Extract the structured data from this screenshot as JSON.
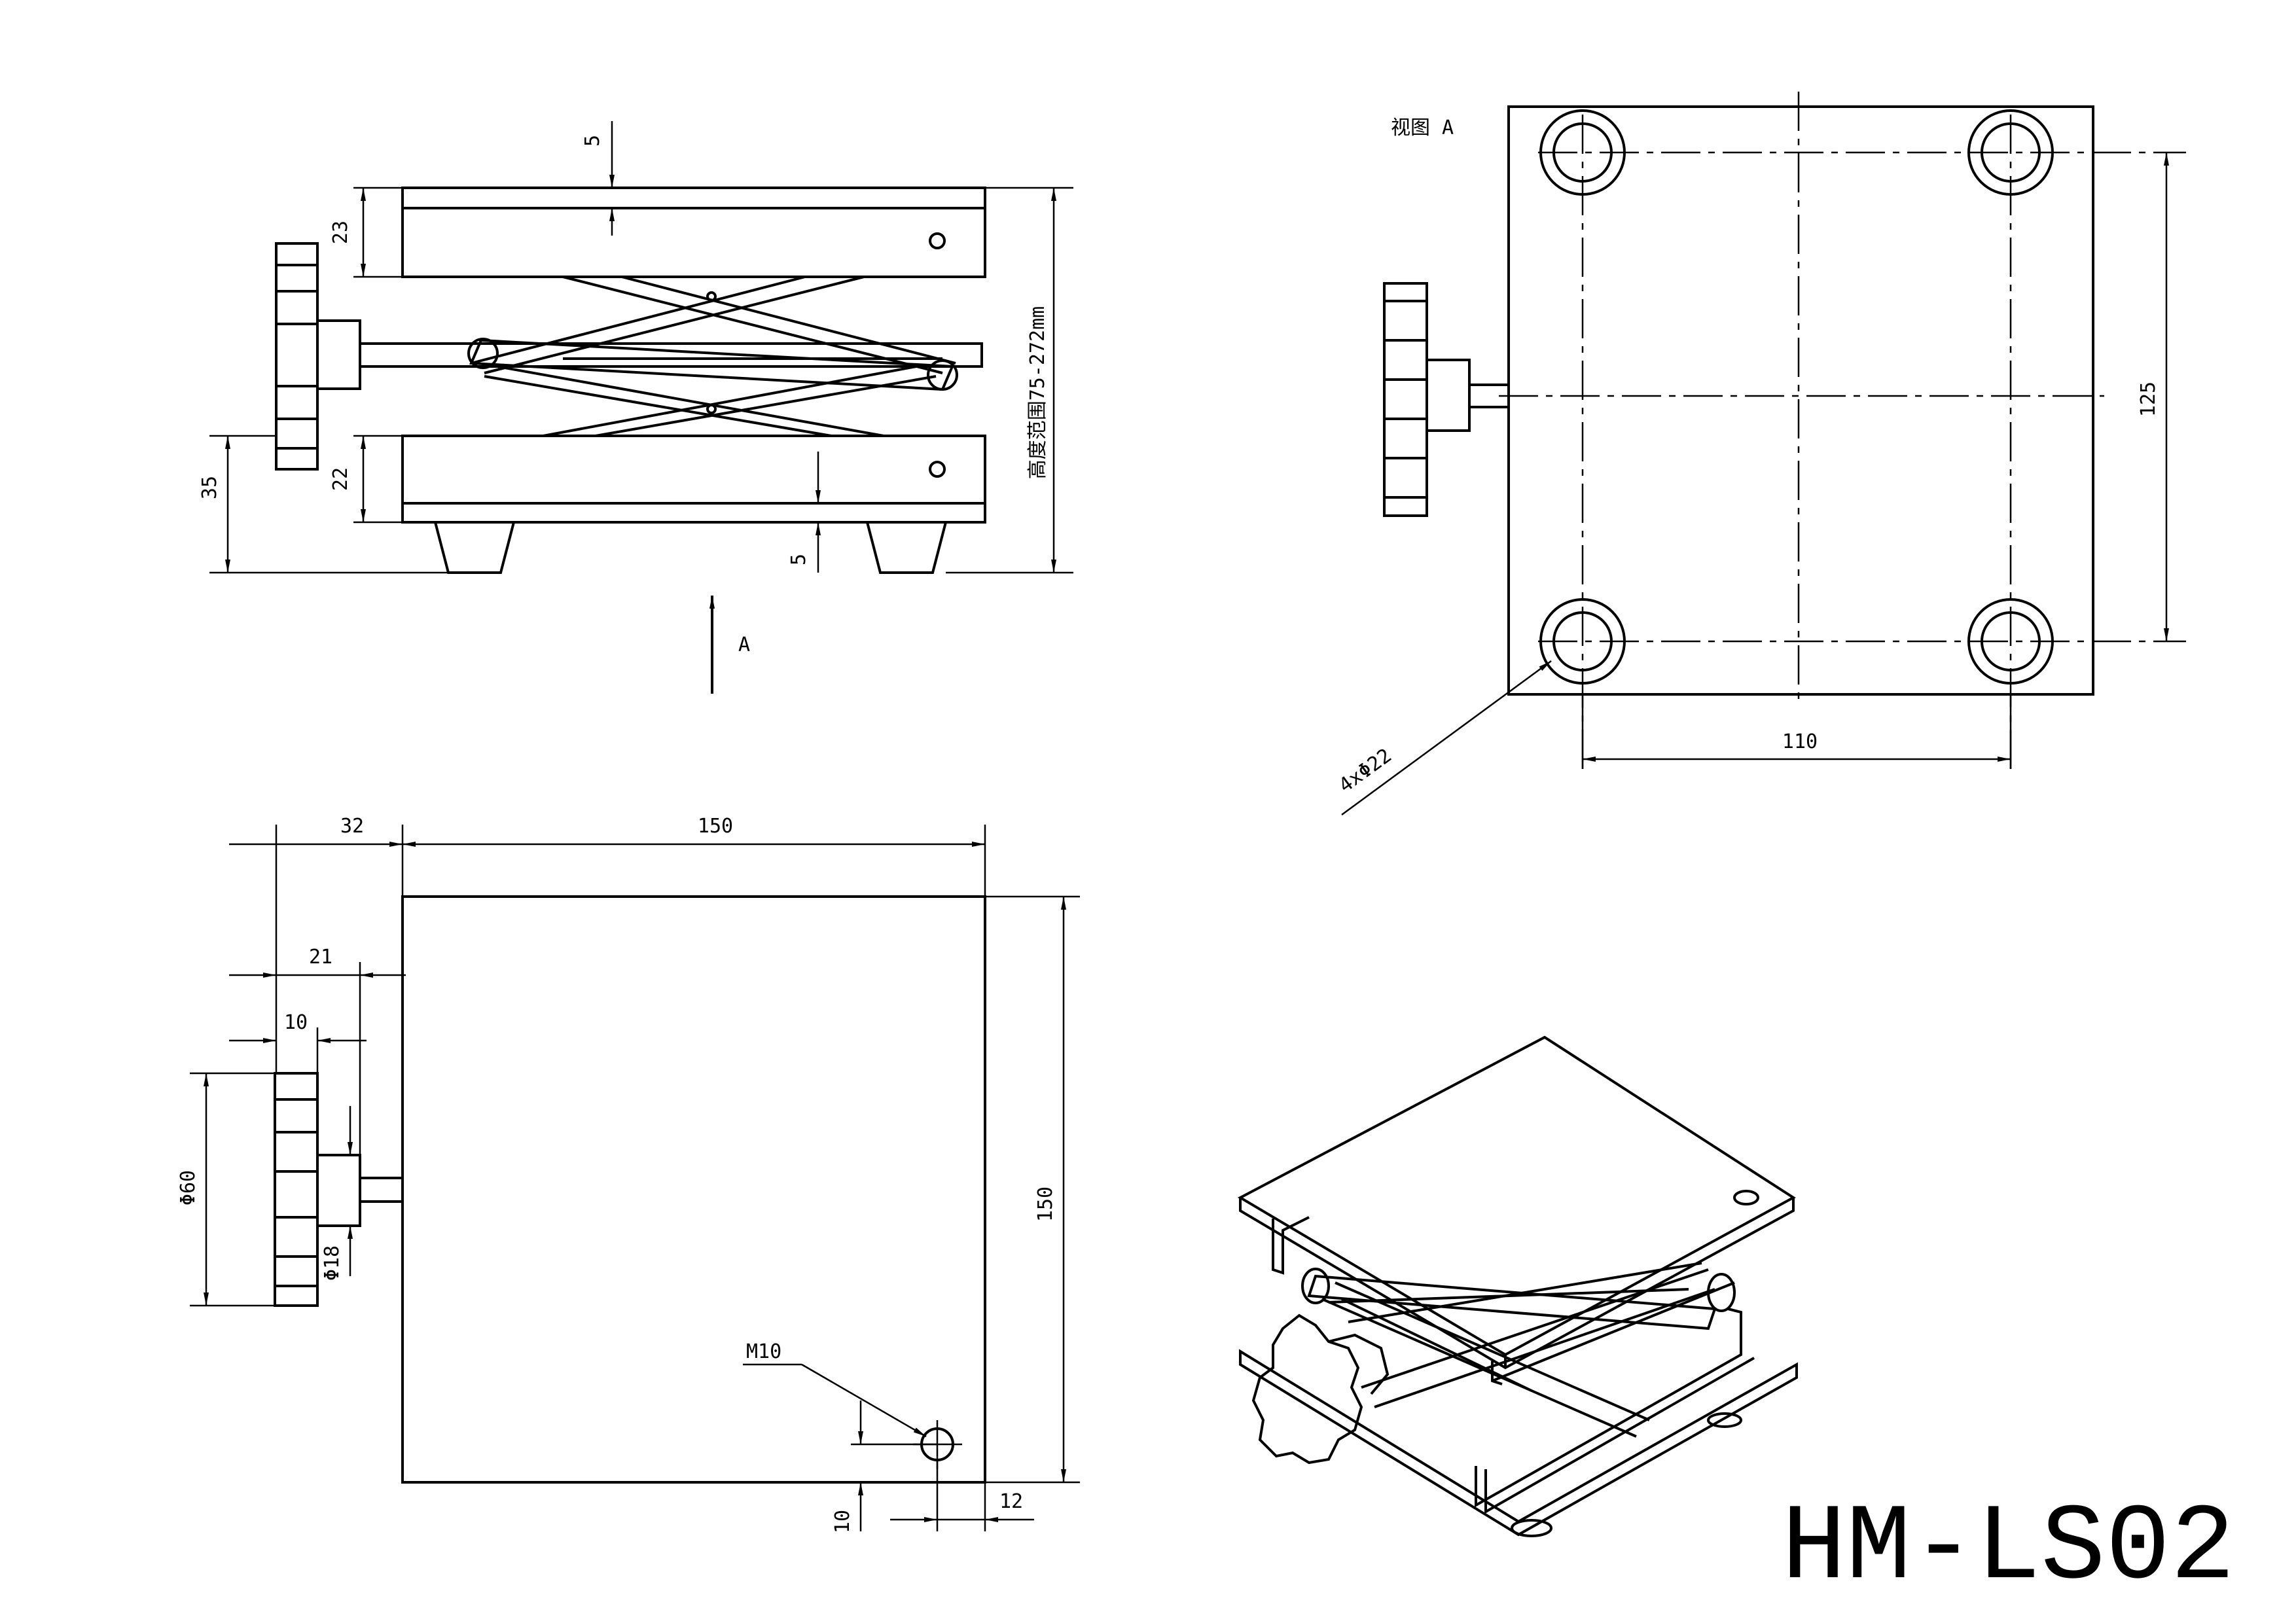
{
  "title": "HM-LS02",
  "side_view": {
    "dims": {
      "top_gap": "5",
      "top_plate": "23",
      "bottom_plate": "22",
      "base": "35",
      "bottom_gap": "5",
      "height_range": "高度范围75-272mm"
    },
    "view_arrow": "A"
  },
  "view_a": {
    "label": "视图 A",
    "hole_spacing_horizontal": "110",
    "hole_spacing_vertical": "125",
    "hole_note": "4xΦ22"
  },
  "top_view": {
    "dims": {
      "knob_offset": "32",
      "width": "150",
      "shaft_offset": "21",
      "knob_thickness": "10",
      "knob_diameter": "Φ60",
      "shaft_diameter": "Φ18",
      "depth": "150",
      "thread": "M10",
      "hole_y": "10",
      "hole_x": "12"
    }
  }
}
